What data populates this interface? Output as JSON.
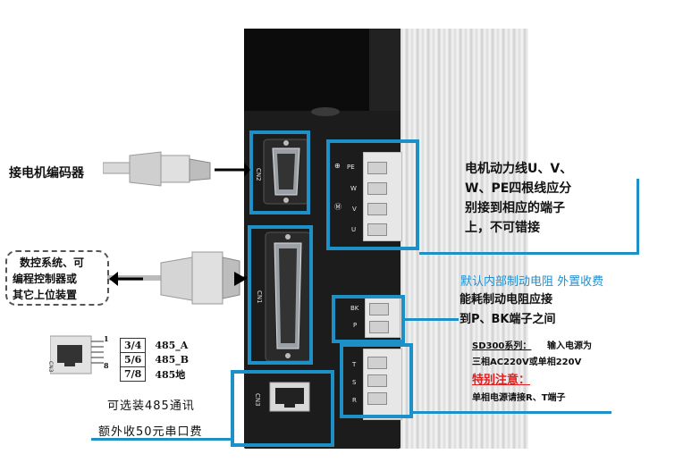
{
  "connectors": {
    "cn2": "CN2",
    "cn1": "CN1",
    "cn3": "CN3",
    "cn3_small": "CN3"
  },
  "terminal_labels": {
    "upper": [
      "PE",
      "W",
      "V",
      "U"
    ],
    "upper_symbols": [
      "⊕",
      "Ⓜ"
    ],
    "brake": [
      "BK",
      "P"
    ],
    "lower": [
      "T",
      "S",
      "R"
    ]
  },
  "callouts": {
    "encoder": "接电机编码器",
    "controller": [
      "数控系统、可",
      "编程控制器或",
      "其它上位装置"
    ],
    "motor_lines": [
      "电机动力线U、V、",
      "W、PE四根线应分",
      "别接到相应的端子",
      "上，不可错接"
    ],
    "brake_note_blue": "默认内部制动电阻 外置收费",
    "brake_note": [
      "能耗制动电阻应接",
      "到P、BK端子之间"
    ],
    "power_series": "SD300系列：",
    "power_text": "输入电源为",
    "power_text2": "三相AC220V或单相220V",
    "warning": "特别注意：",
    "warning_text": "单相电源请接R、T端子",
    "rs485_optional": "可选装485通讯",
    "rs485_fee": "额外收50元串口费"
  },
  "pin_table": {
    "rows": [
      {
        "pins": "3/4",
        "signal": "485_A"
      },
      {
        "pins": "5/6",
        "signal": "485_B"
      },
      {
        "pins": "7/8",
        "signal": "485地"
      }
    ],
    "pin_numbers": [
      "1",
      "8"
    ]
  },
  "colors": {
    "accent": "#1e90c8",
    "warning": "#e02020",
    "note_blue": "#1e8fd0"
  }
}
